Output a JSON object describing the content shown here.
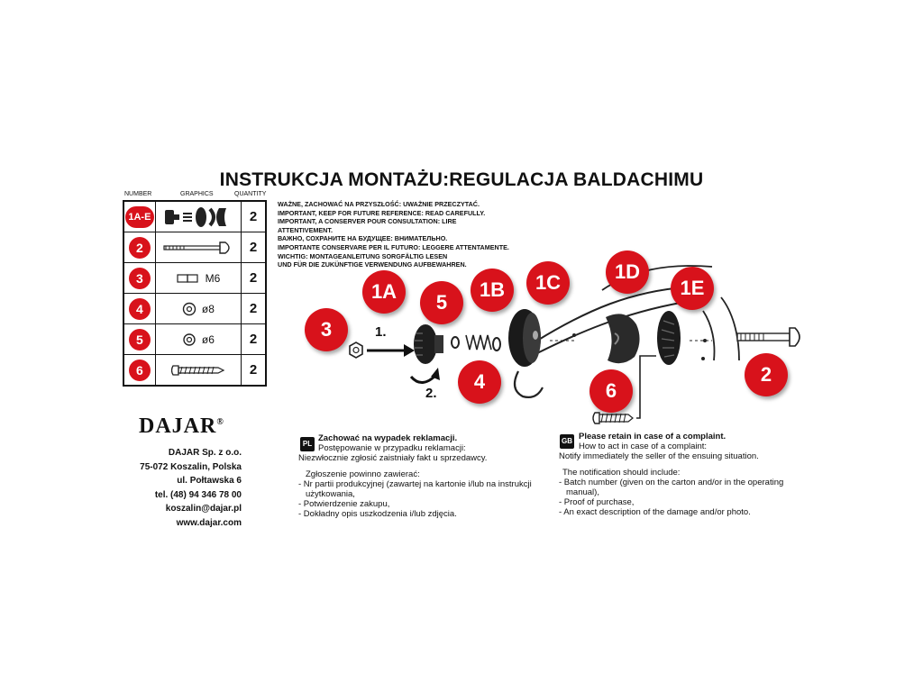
{
  "title": "INSTRUKCJA MONTAŻU:REGULACJA BALDACHIMU",
  "parts_table": {
    "headers": {
      "number": "NUMBER",
      "graphics": "GRAPHICS",
      "quantity": "QUANTITY"
    },
    "rows": [
      {
        "number": "1A-E",
        "label": "",
        "quantity": "2"
      },
      {
        "number": "2",
        "label": "",
        "quantity": "2"
      },
      {
        "number": "3",
        "label": "M6",
        "quantity": "2"
      },
      {
        "number": "4",
        "label": "ø8",
        "quantity": "2"
      },
      {
        "number": "5",
        "label": "ø6",
        "quantity": "2"
      },
      {
        "number": "6",
        "label": "",
        "quantity": "2"
      }
    ]
  },
  "warnings": [
    "WAŻNE, ZACHOWAĆ NA PRZYSZŁOŚĆ: UWAŻNIE PRZECZYTAĆ.",
    "IMPORTANT, KEEP FOR FUTURE REFERENCE: READ CAREFULLY.",
    "IMPORTANT, A CONSERVER POUR CONSULTATION: LIRE ATTENTIVEMENT.",
    "ВАЖНО, СОХРАНИТЕ НА БУДУЩЕЕ: ВНИМАТЕЛЬНО.",
    "IMPORTANTE CONSERVARE PER IL FUTURO: LEGGERE ATTENTAMENTE.",
    "WICHTIG: MONTAGEANLEITUNG SORGFÄLTIG LESEN",
    "UND FÜR DIE ZUKÜNFTIGE VERWENDUNG AUFBEWAHREN."
  ],
  "diagram": {
    "callouts": {
      "c3": "3",
      "c1a": "1A",
      "c5": "5",
      "c1b": "1B",
      "c1c": "1C",
      "c1d": "1D",
      "c1e": "1E",
      "c4": "4",
      "c6": "6",
      "c2": "2"
    },
    "step1": "1.",
    "step2": "2."
  },
  "company": {
    "logo": "DAJAR",
    "registered": "®",
    "lines": [
      "DAJAR Sp. z o.o.",
      "75-072 Koszalin, Polska",
      "ul. Połtawska 6",
      "tel. (48) 94 346 78 00",
      "koszalin@dajar.pl",
      "www.dajar.com"
    ]
  },
  "notice_pl": {
    "tag": "PL",
    "heading": "Zachować na wypadek reklamacji.",
    "lines_a": [
      "Postępowanie w przypadku reklamacji:",
      "Niezwłocznie zgłosić zaistniały fakt u sprzedawcy."
    ],
    "lines_b": [
      "Zgłoszenie powinno zawierać:",
      "- Nr partii produkcyjnej (zawartej na kartonie i/lub na instrukcji",
      "  użytkowania,",
      "- Potwierdzenie zakupu,",
      "- Dokładny opis uszkodzenia i/lub zdjęcia."
    ]
  },
  "notice_gb": {
    "tag": "GB",
    "heading": "Please retain in case of a complaint.",
    "lines_a": [
      "How to act in case of a complaint:",
      "Notify immediately the seller of the ensuing situation."
    ],
    "lines_b": [
      "The notification should include:",
      "- Batch number (given on the carton and/or in the operating",
      "  manual),",
      "- Proof of purchase,",
      "- An exact description of the damage and/or photo."
    ]
  },
  "colors": {
    "accent_red": "#d8121b",
    "ink": "#111111"
  }
}
